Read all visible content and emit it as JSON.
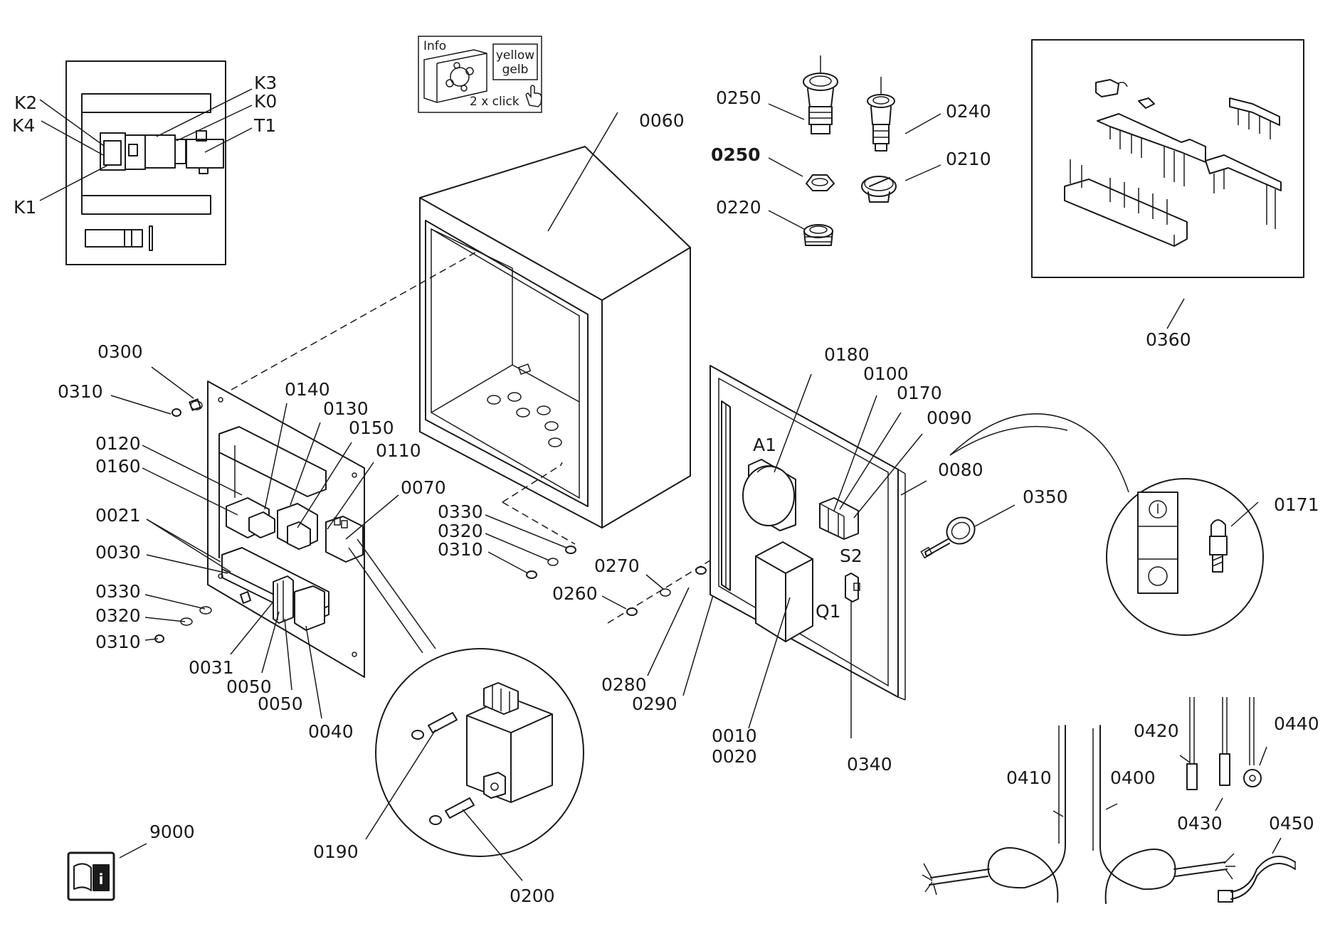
{
  "labels": {
    "k2": "K2",
    "k4": "K4",
    "k3": "K3",
    "k0": "K0",
    "t1": "T1",
    "k1": "K1",
    "a1": "A1",
    "s2": "S2",
    "q1": "Q1",
    "p0060": "0060",
    "p0250a": "0250",
    "p0250b": "0250",
    "p0240": "0240",
    "p0210": "0210",
    "p0220": "0220",
    "p0360": "0360",
    "p0300": "0300",
    "p0310a": "0310",
    "p0140": "0140",
    "p0130": "0130",
    "p0150": "0150",
    "p0110": "0110",
    "p0120": "0120",
    "p0160": "0160",
    "p0070": "0070",
    "p0021": "0021",
    "p0030": "0030",
    "p0330a": "0330",
    "p0320a": "0320",
    "p0310b": "0310",
    "p0031": "0031",
    "p0050a": "0050",
    "p0050b": "0050",
    "p0040": "0040",
    "p0330b": "0330",
    "p0320b": "0320",
    "p0310c": "0310",
    "p0270": "0270",
    "p0260": "0260",
    "p0280": "0280",
    "p0290": "0290",
    "p0180": "0180",
    "p0100": "0100",
    "p0170": "0170",
    "p0090": "0090",
    "p0080": "0080",
    "p0350": "0350",
    "p0171": "0171",
    "p0010": "0010",
    "p0020": "0020",
    "p0340": "0340",
    "p0190": "0190",
    "p0200": "0200",
    "p9000": "9000",
    "p0420": "0420",
    "p0440": "0440",
    "p0410": "0410",
    "p0400": "0400",
    "p0430": "0430",
    "p0450": "0450"
  },
  "info_box": {
    "title": "Info",
    "color_line1": "yellow",
    "color_line2": "gelb",
    "action": "2 x click"
  },
  "icons": {
    "manual": "manual-info-icon",
    "hand": "hand-pointer-icon"
  },
  "colors": {
    "line": "#1a1a1a",
    "background": "#ffffff"
  }
}
